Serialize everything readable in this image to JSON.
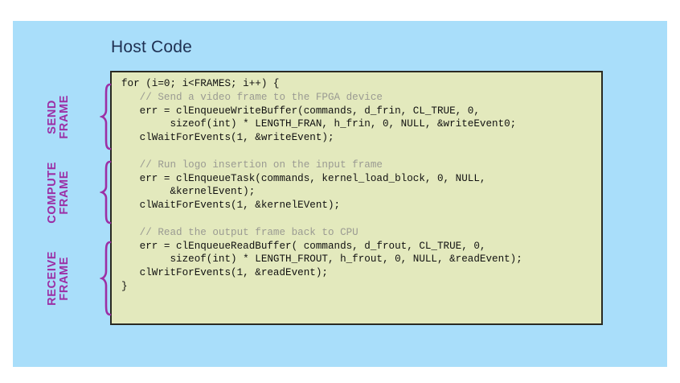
{
  "slide": {
    "background_color": "#ffffff",
    "panel_color": "#a9defa"
  },
  "title": {
    "text": "Host Code",
    "color": "#1f3052"
  },
  "code_box": {
    "background_color": "#e3e9bd",
    "border_color": "#2a2a22",
    "text_color": "#101010",
    "comment_color": "#9a9a92",
    "lines": [
      {
        "text": "for (i=0; i<FRAMES; i++) {",
        "kind": "code"
      },
      {
        "text": "   // Send a video frame to the FPGA device",
        "kind": "comment"
      },
      {
        "text": "   err = clEnqueueWriteBuffer(commands, d_frin, CL_TRUE, 0,",
        "kind": "code"
      },
      {
        "text": "        sizeof(int) * LENGTH_FRAN, h_frin, 0, NULL, &writeEvent0;",
        "kind": "code"
      },
      {
        "text": "   clWaitForEvents(1, &writeEvent);",
        "kind": "code"
      },
      {
        "text": "",
        "kind": "blank"
      },
      {
        "text": "   // Run logo insertion on the input frame",
        "kind": "comment"
      },
      {
        "text": "   err = clEnqueueTask(commands, kernel_load_block, 0, NULL,",
        "kind": "code"
      },
      {
        "text": "        &kernelEvent);",
        "kind": "code"
      },
      {
        "text": "   clWaitForEvents(1, &kernelEVent);",
        "kind": "code"
      },
      {
        "text": "",
        "kind": "blank"
      },
      {
        "text": "   // Read the output frame back to CPU",
        "kind": "comment"
      },
      {
        "text": "   err = clEnqueueReadBuffer( commands, d_frout, CL_TRUE, 0,",
        "kind": "code"
      },
      {
        "text": "        sizeof(int) * LENGTH_FROUT, h_frout, 0, NULL, &readEvent);",
        "kind": "code"
      },
      {
        "text": "   clWritForEvents(1, &readEvent);",
        "kind": "code"
      },
      {
        "text": "}",
        "kind": "code"
      }
    ]
  },
  "annotations": {
    "color": "#9c2fa5",
    "groups": [
      {
        "line1": "SEND",
        "line2": "FRAME"
      },
      {
        "line1": "COMPUTE",
        "line2": "FRAME"
      },
      {
        "line1": "RECEIVE",
        "line2": "FRAME"
      }
    ]
  }
}
